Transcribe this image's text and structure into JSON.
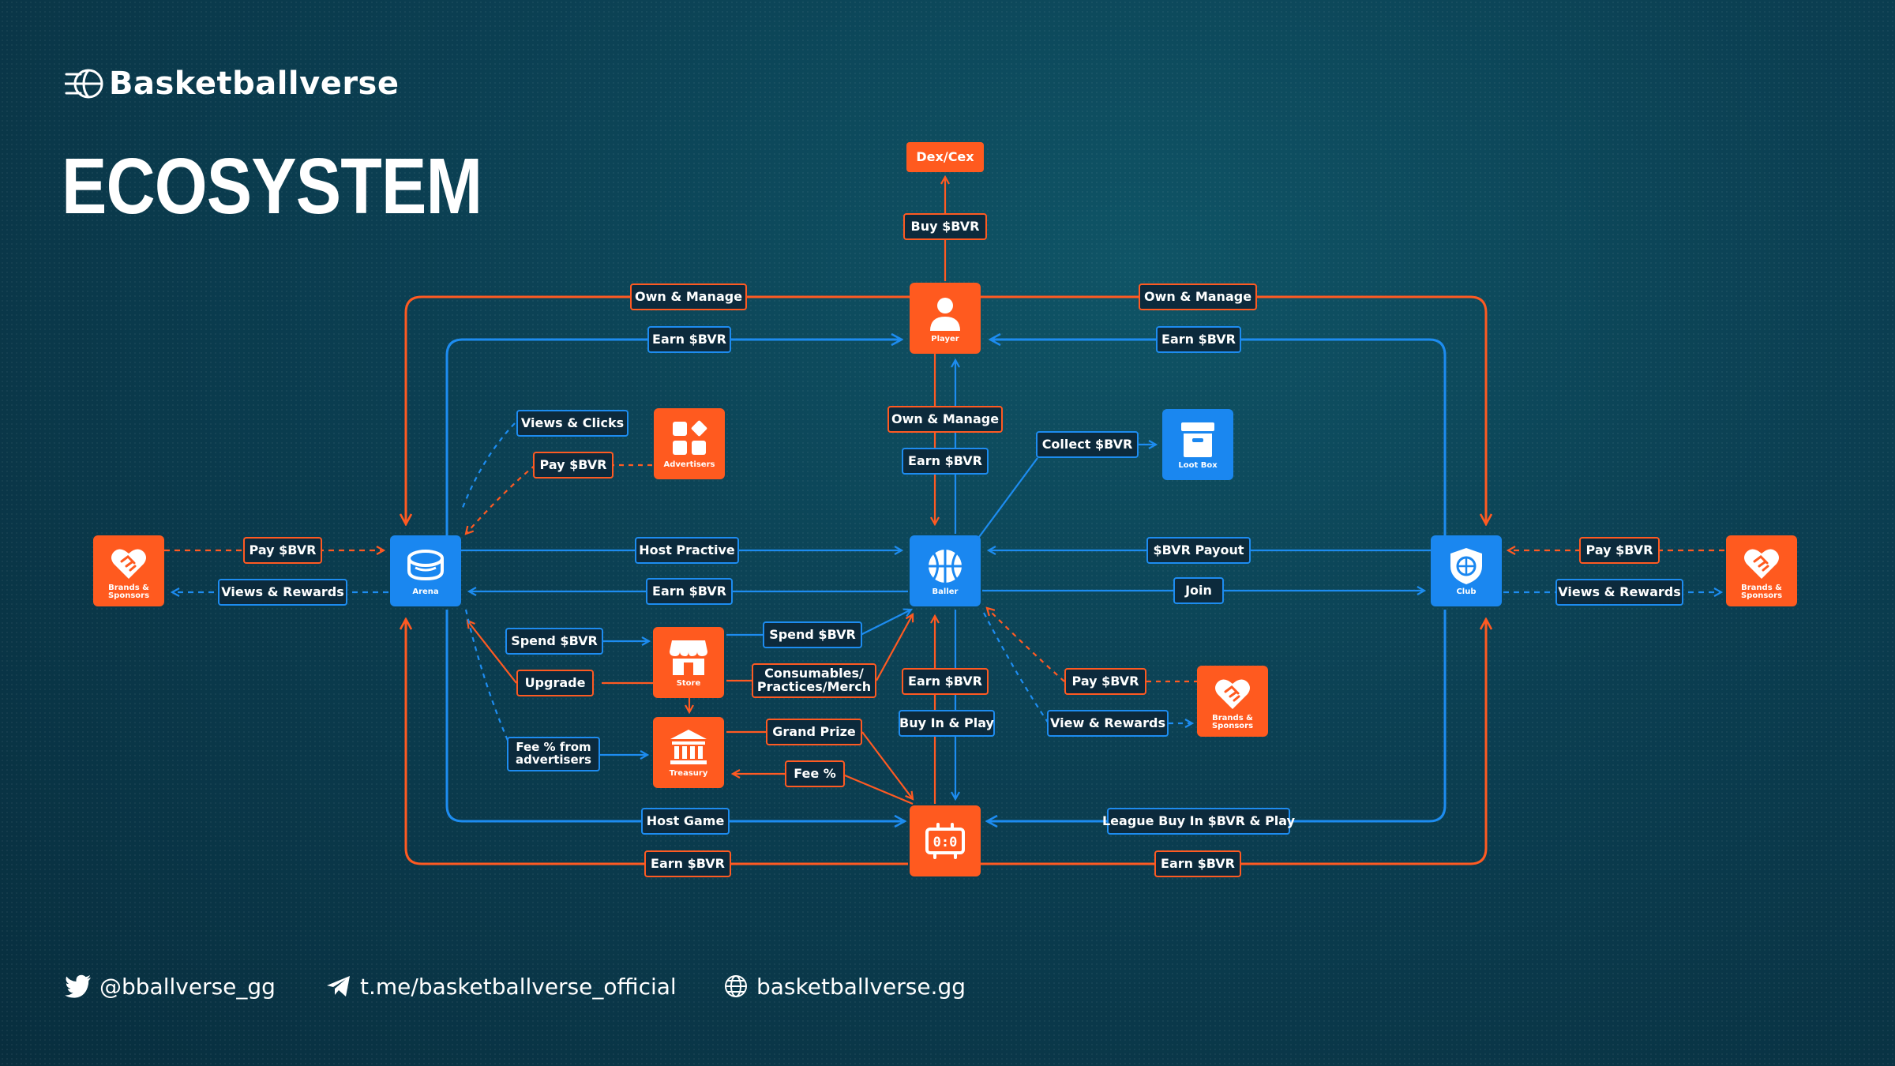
{
  "brand": {
    "name": "Basketballverse",
    "logo_icon": "basketball-swoosh-icon"
  },
  "title": "ECOSYSTEM",
  "colors": {
    "orange": "#ff5a1f",
    "blue": "#1a87f0",
    "background": "#0b3f52"
  },
  "nodes": {
    "dex": "Dex/Cex",
    "player": "Player",
    "advertisers": "Advertisers",
    "loot_box": "Loot Box",
    "arena": "Arena",
    "baller": "Baller",
    "club": "Club",
    "brands_left": "Brands & Sponsors",
    "brands_right": "Brands & Sponsors",
    "brands_mid": "Brands & Sponsors",
    "store": "Store",
    "treasury": "Treasury",
    "game": "0:0"
  },
  "edges": {
    "buy_sbvr": "Buy $BVR",
    "own_manage_left": "Own & Manage",
    "own_manage_right": "Own & Manage",
    "earn_player_left": "Earn $BVR",
    "earn_player_right": "Earn $BVR",
    "views_clicks": "Views & Clicks",
    "pay_advertisers": "Pay $BVR",
    "own_manage_center": "Own & Manage",
    "earn_center": "Earn $BVR",
    "collect": "Collect $BVR",
    "pay_left": "Pay $BVR",
    "views_rewards_left": "Views & Rewards",
    "host_practice": "Host Practive",
    "earn_arena": "Earn $BVR",
    "payout": "$BVR Payout",
    "join": "Join",
    "pay_right": "Pay $BVR",
    "views_rewards_right": "Views & Rewards",
    "spend_left": "Spend $BVR",
    "spend_right": "Spend $BVR",
    "upgrade": "Upgrade",
    "consumables": "Consumables/ Practices/Merch",
    "earn_baller": "Earn $BVR",
    "pay_mid": "Pay $BVR",
    "buy_in_play": "Buy In & Play",
    "view_rewards_mid": "View & Rewards",
    "fee_advertisers": "Fee % from advertisers",
    "grand_prize": "Grand Prize",
    "fee": "Fee %",
    "host_game": "Host Game",
    "league": "League Buy In $BVR & Play",
    "earn_bottom_left": "Earn $BVR",
    "earn_bottom_right": "Earn $BVR"
  },
  "footer": {
    "twitter": {
      "text": "@bballverse_gg",
      "icon": "twitter-bird-icon"
    },
    "telegram": {
      "text": "t.me/basketballverse_official",
      "icon": "telegram-plane-icon"
    },
    "website": {
      "text": "basketballverse.gg",
      "icon": "globe-icon"
    }
  }
}
